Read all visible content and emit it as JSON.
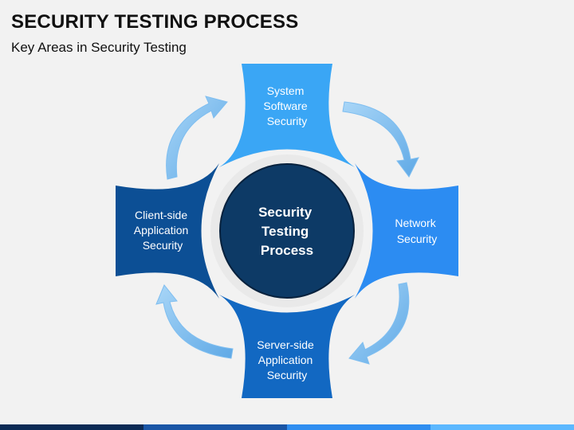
{
  "header": {
    "title": "SECURITY TESTING PROCESS",
    "subtitle": "Key Areas in Security Testing"
  },
  "diagram": {
    "center": {
      "lines": [
        "Security",
        "Testing",
        "Process"
      ],
      "color": "#0d3a66"
    },
    "petals": [
      {
        "id": "top",
        "lines": [
          "System",
          "Software",
          "Security"
        ],
        "color": "#3aa6f5"
      },
      {
        "id": "right",
        "lines": [
          "Network",
          "Security"
        ],
        "color": "#2c8cf2"
      },
      {
        "id": "bottom",
        "lines": [
          "Server-side",
          "Application",
          "Security"
        ],
        "color": "#1268c2"
      },
      {
        "id": "left",
        "lines": [
          "Client-side",
          "Application",
          "Security"
        ],
        "color": "#0c4f95"
      }
    ],
    "arrow_color": "#7fbef0",
    "ring_color": "#e9e9e9"
  }
}
